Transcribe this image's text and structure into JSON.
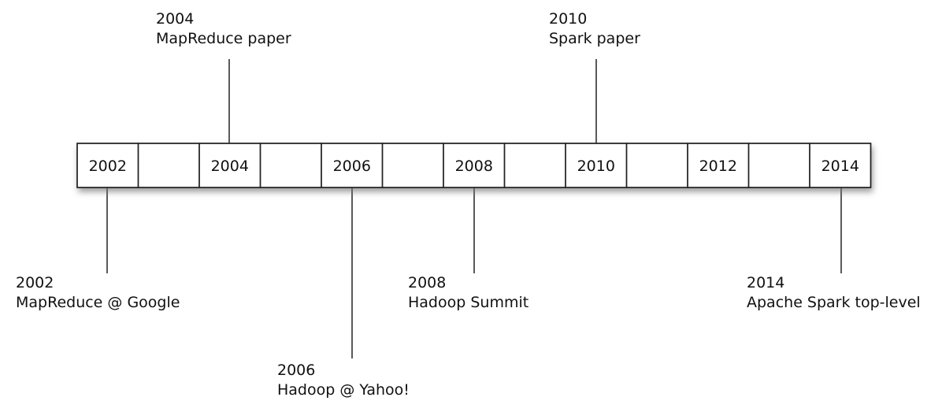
{
  "timeline": {
    "years": [
      "2002",
      "",
      "2004",
      "",
      "2006",
      "",
      "2008",
      "",
      "2010",
      "",
      "2012",
      "",
      "2014"
    ]
  },
  "events": [
    {
      "year": "2004",
      "text": "MapReduce paper",
      "side": "above"
    },
    {
      "year": "2010",
      "text": "Spark paper",
      "side": "above"
    },
    {
      "year": "2002",
      "text": "MapReduce @ Google",
      "side": "below"
    },
    {
      "year": "2006",
      "text": "Hadoop @ Yahoo!",
      "side": "below"
    },
    {
      "year": "2008",
      "text": "Hadoop Summit",
      "side": "below"
    },
    {
      "year": "2014",
      "text": "Apache Spark top-level",
      "side": "below"
    }
  ],
  "style": {
    "stroke": "#222222",
    "cell_fill": "#ffffff",
    "shadow": "#9a9a9a"
  }
}
